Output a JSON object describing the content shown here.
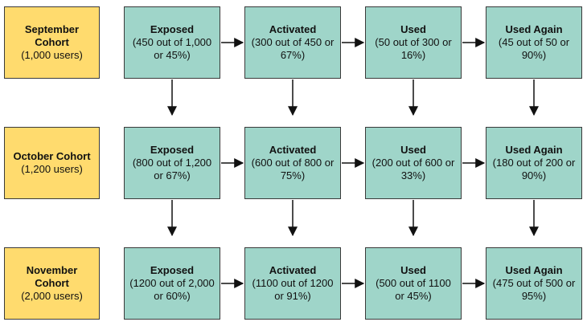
{
  "rows": [
    {
      "cohort": {
        "line1": "September",
        "line2": "Cohort",
        "users": "(1,000 users)"
      },
      "stages": [
        {
          "title": "Exposed",
          "line1": "(450 out of 1,000",
          "line2": "or 45%)"
        },
        {
          "title": "Activated",
          "line1": "(300 out of 450 or",
          "line2": "67%)"
        },
        {
          "title": "Used",
          "line1": "(50 out of 300 or",
          "line2": "16%)"
        },
        {
          "title": "Used Again",
          "line1": "(45 out of 50 or",
          "line2": "90%)"
        }
      ]
    },
    {
      "cohort": {
        "line1": "October Cohort",
        "line2": "",
        "users": "(1,200 users)"
      },
      "stages": [
        {
          "title": "Exposed",
          "line1": "(800 out of 1,200",
          "line2": "or 67%)"
        },
        {
          "title": "Activated",
          "line1": "(600 out of 800 or",
          "line2": "75%)"
        },
        {
          "title": "Used",
          "line1": "(200 out of 600 or",
          "line2": "33%)"
        },
        {
          "title": "Used Again",
          "line1": "(180 out of 200 or",
          "line2": "90%)"
        }
      ]
    },
    {
      "cohort": {
        "line1": "November",
        "line2": "Cohort",
        "users": "(2,000 users)"
      },
      "stages": [
        {
          "title": "Exposed",
          "line1": "(1200 out of 2,000",
          "line2": "or 60%)"
        },
        {
          "title": "Activated",
          "line1": "(1100 out of 1200",
          "line2": "or 91%)"
        },
        {
          "title": "Used",
          "line1": "(500 out of 1100",
          "line2": "or 45%)"
        },
        {
          "title": "Used Again",
          "line1": "(475 out of 500 or",
          "line2": "95%)"
        }
      ]
    }
  ],
  "colors": {
    "cohort_fill": "#ffdb6e",
    "stage_fill": "#9fd5c9",
    "border": "#3a3a3a",
    "arrow": "#111111"
  }
}
